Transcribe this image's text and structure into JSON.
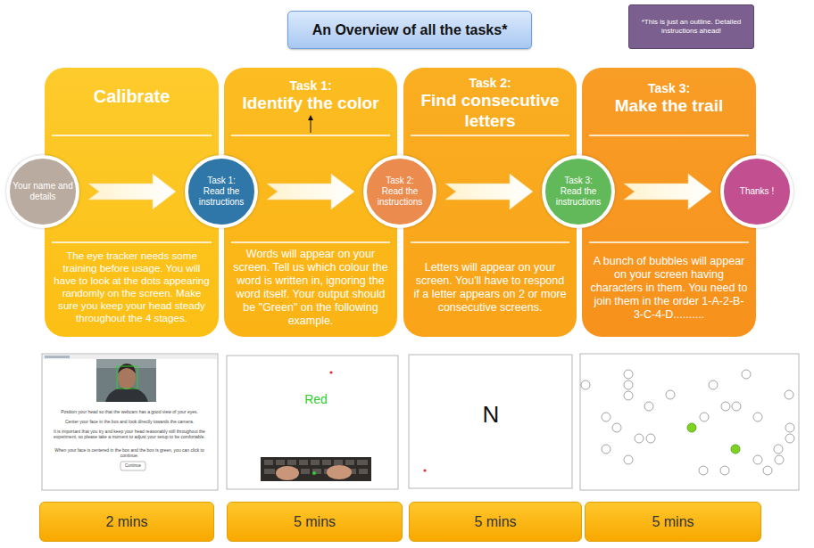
{
  "diagram": {
    "title": "An Overview of all the tasks*",
    "nodes": [
      {
        "text": [
          "*This is just an outline. Detailed instructions ahead!"
        ]
      },
      {
        "text": [
          "Calibrate",
          "The eye tracker needs some training before usage. You will have to look at the dots appearing randomly on the screen. Make sure you keep your head steady throughout the 4 stages."
        ]
      },
      {
        "text": [
          "Task 1:",
          "Identify the color",
          "Words will appear on your screen. Tell us which colour the word is written in, ignoring the word itself. Your output should be \"Green\" on the following example."
        ]
      },
      {
        "text": [
          "Task 2:",
          "Find consecutive letters",
          "Letters will appear on your screen. You'll have to respond if a letter appears on 2 or more consecutive screens."
        ]
      },
      {
        "text": [
          "Task 3:",
          "Make the trail",
          "A bunch of bubbles will appear on your screen having characters in them. You need to join them in the order 1-A-2-B-3-C-4-D.........."
        ]
      },
      {
        "text": [
          "Your name and details"
        ]
      },
      {
        "text": [
          "Task 1: Read the instructions"
        ]
      },
      {
        "text": [
          "Task 2: Read the instructions"
        ]
      },
      {
        "text": [
          "Task 3: Read the instructions"
        ]
      },
      {
        "text": [
          "Thanks !"
        ]
      },
      {
        "text": [
          "2 mins"
        ]
      },
      {
        "text": [
          "5 mins"
        ]
      },
      {
        "text": [
          "5 mins"
        ]
      },
      {
        "text": [
          "5 mins"
        ]
      }
    ],
    "edges": [
      {
        "from": 5,
        "to": 6,
        "arrow": "to"
      },
      {
        "from": 6,
        "to": 7,
        "arrow": "to"
      },
      {
        "from": 7,
        "to": 8,
        "arrow": "to"
      },
      {
        "from": 8,
        "to": 9,
        "arrow": "to"
      }
    ],
    "labels": [
      "Red",
      "N",
      "Position your head so that the webcam has a good view of your eyes.",
      "Center your face in the box and look directly towards the camera.",
      "It is important that you try and keep your head reasonably still throughout the experiment, so please take a moment to adjust your setup to be comfortable.",
      "When your face is centered in the box and the box is green, you can click to continue.",
      "Continue"
    ]
  }
}
